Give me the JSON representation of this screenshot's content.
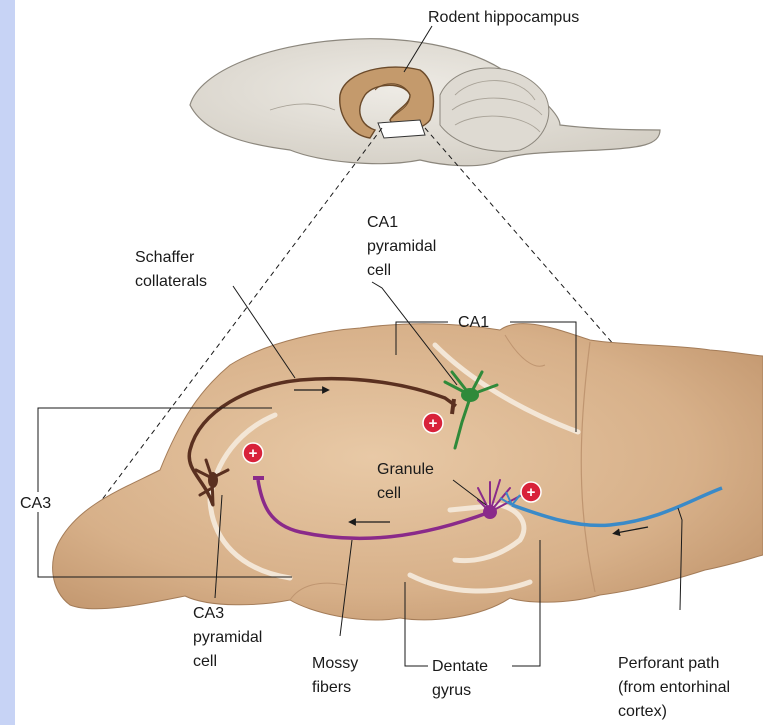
{
  "labels": {
    "rodent_hippocampus": "Rodent hippocampus",
    "ca1_pyramidal_cell": [
      "CA1",
      "pyramidal",
      "cell"
    ],
    "schaffer_collaterals": [
      "Schaffer",
      "collaterals"
    ],
    "ca1_region": "CA1",
    "ca3_region": "CA3",
    "granule_cell": [
      "Granule",
      "cell"
    ],
    "ca3_pyramidal_cell": [
      "CA3",
      "pyramidal",
      "cell"
    ],
    "mossy_fibers": [
      "Mossy",
      "fibers"
    ],
    "dentate_gyrus": [
      "Dentate",
      "gyrus"
    ],
    "perforant_path": [
      "Perforant path",
      "(from entorhinal",
      "cortex)"
    ]
  },
  "synapse_sign": "+",
  "colors": {
    "frame_background": "#c7d3f5",
    "hippocampus_tissue": "#d9b48e",
    "brain_outline": "#dcd8d0",
    "hippocampus_in_brain": "#c49a6c",
    "schaffer_pathway": "#5a3020",
    "ca1_cell": "#2f8a3a",
    "mossy_pathway": "#8a2a8a",
    "perforant_pathway": "#3a8ac8",
    "synapse_marker": "#d8223a"
  }
}
